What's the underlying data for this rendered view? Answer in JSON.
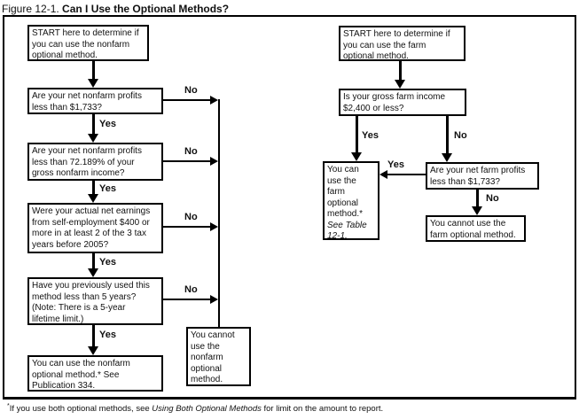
{
  "title": {
    "prefix": "Figure 12-1.",
    "main": "Can I Use the Optional Methods?"
  },
  "labels": {
    "yes": "Yes",
    "no": "No"
  },
  "nonfarm_flow": {
    "start": "START here to determine if\nyou can use the nonfarm\noptional method.",
    "q_profits": "Are your net nonfarm profits\nless than $1,733?",
    "q_percent": "Are your net nonfarm profits\nless than 72.189% of your\ngross nonfarm income?",
    "q_earnings": "Were your actual net earnings\nfrom self-employment $400 or\nmore in at least 2 of the 3 tax\nyears before 2005?",
    "q_years": "Have you previously used this\nmethod less than 5 years?\n(Note: There is a 5-year\nlifetime limit.)",
    "can_use": "You can use the nonfarm\noptional method.* See\nPublication 334.",
    "cannot_use": "You cannot\nuse the\nnonfarm\noptional\nmethod."
  },
  "farm_flow": {
    "start": "START here to determine if\nyou can use the farm\noptional method.",
    "q_income": "Is your gross farm income\n$2,400 or less?",
    "q_profits": "Are your net farm profits\nless than $1,733?",
    "can_use_main": "You can\nuse the\nfarm\noptional\nmethod.*\n",
    "can_use_italic": "See Table\n12-1.",
    "cannot_use": "You cannot use the\nfarm optional method."
  },
  "footnote": {
    "marker": "*",
    "text_before_italic": "If you use both optional methods, see ",
    "italic": "Using Both Optional Methods",
    "text_after_italic": " for limit on the amount to report."
  }
}
